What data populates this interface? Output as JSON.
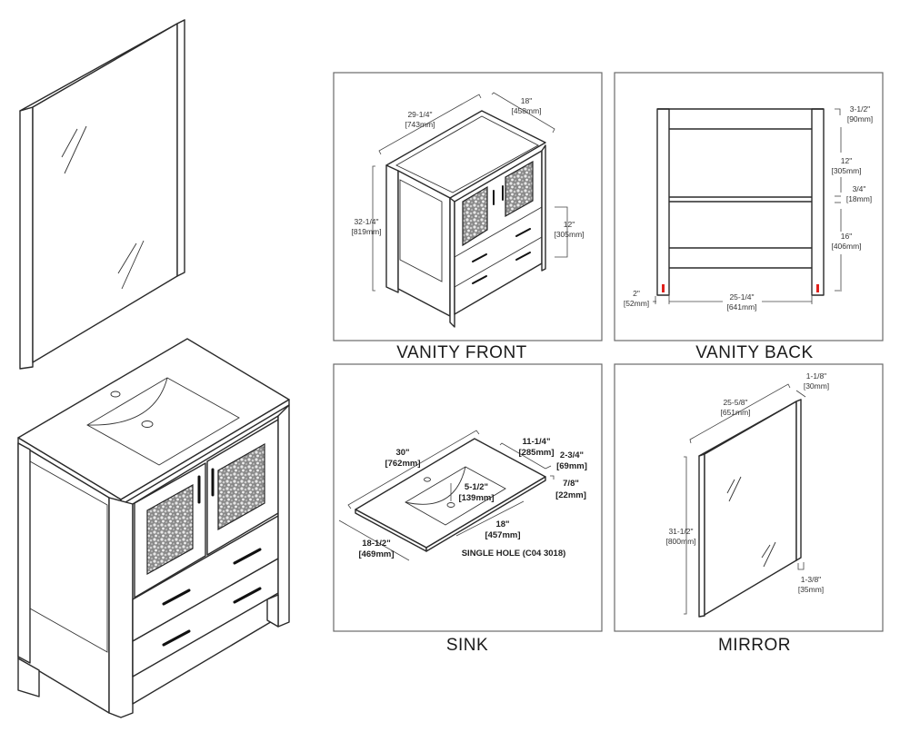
{
  "title": "Vanity Set Specification Sheet",
  "panels": {
    "vanity_front": {
      "caption": "VANITY FRONT",
      "dims": {
        "width_in": "29-1/4\"",
        "width_mm": "[743mm]",
        "depth_in": "18\"",
        "depth_mm": "[458mm]",
        "height_in": "32-1/4\"",
        "height_mm": "[819mm]",
        "drawers_in": "12\"",
        "drawers_mm": "[305mm]"
      }
    },
    "vanity_back": {
      "caption": "VANITY BACK",
      "dims": {
        "top_rail_in": "3-1/2\"",
        "top_rail_mm": "[90mm]",
        "upper_opening_in": "12\"",
        "upper_opening_mm": "[305mm]",
        "shelf_in": "3/4\"",
        "shelf_mm": "[18mm]",
        "lower_opening_in": "16\"",
        "lower_opening_mm": "[406mm]",
        "leg_in": "2\"",
        "leg_mm": "[52mm]",
        "inner_width_in": "25-1/4\"",
        "inner_width_mm": "[641mm]"
      },
      "marker_color": "#e0201b"
    },
    "sink": {
      "caption": "SINK",
      "note": "SINGLE HOLE (C04 3018)",
      "dims": {
        "width_in": "30\"",
        "width_mm": "[762mm]",
        "bowl_depth_side_in": "11-1/4\"",
        "bowl_depth_side_mm": "[285mm]",
        "back_in": "2-3/4\"",
        "back_mm": "[69mm]",
        "thickness_in": "7/8\"",
        "thickness_mm": "[22mm]",
        "bowl_depth_in": "5-1/2\"",
        "bowl_depth_mm": "[139mm]",
        "bowl_width_in": "18\"",
        "bowl_width_mm": "[457mm]",
        "depth_in": "18-1/2\"",
        "depth_mm": "[469mm]"
      }
    },
    "mirror": {
      "caption": "MIRROR",
      "dims": {
        "width_in": "25-5/8\"",
        "width_mm": "[651mm]",
        "frame_in": "1-1/8\"",
        "frame_mm": "[30mm]",
        "height_in": "31-1/2\"",
        "height_mm": "[800mm]",
        "depth_in": "1-3/8\"",
        "depth_mm": "[35mm]"
      }
    }
  }
}
